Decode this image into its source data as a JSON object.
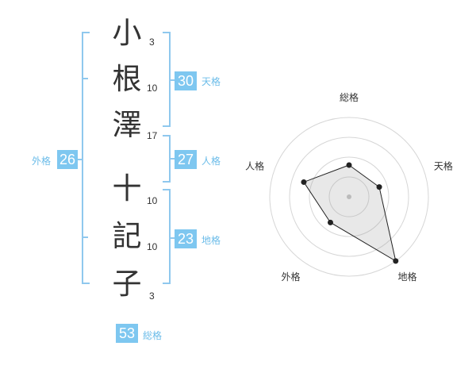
{
  "name_chars": [
    {
      "char": "小",
      "strokes": "3"
    },
    {
      "char": "根",
      "strokes": "10"
    },
    {
      "char": "澤",
      "strokes": "17"
    },
    {
      "char": "十",
      "strokes": "10"
    },
    {
      "char": "記",
      "strokes": "10"
    },
    {
      "char": "子",
      "strokes": "3"
    }
  ],
  "fortune": {
    "tenkaku": {
      "label": "天格",
      "value": "30"
    },
    "jinkaku": {
      "label": "人格",
      "value": "27"
    },
    "chikaku": {
      "label": "地格",
      "value": "23"
    },
    "gaikaku": {
      "label": "外格",
      "value": "26"
    },
    "soukaku": {
      "label": "総格",
      "value": "53"
    }
  },
  "colors": {
    "badge": "#7ec7f0",
    "bracket": "#8fc8ee",
    "label": "#6bbce9",
    "text": "#333333"
  },
  "chart_data": {
    "type": "radar",
    "axes": [
      "総格",
      "天格",
      "地格",
      "外格",
      "人格"
    ],
    "values": [
      2,
      2,
      5,
      2,
      3
    ],
    "range": [
      0,
      5
    ],
    "rings": 4
  }
}
